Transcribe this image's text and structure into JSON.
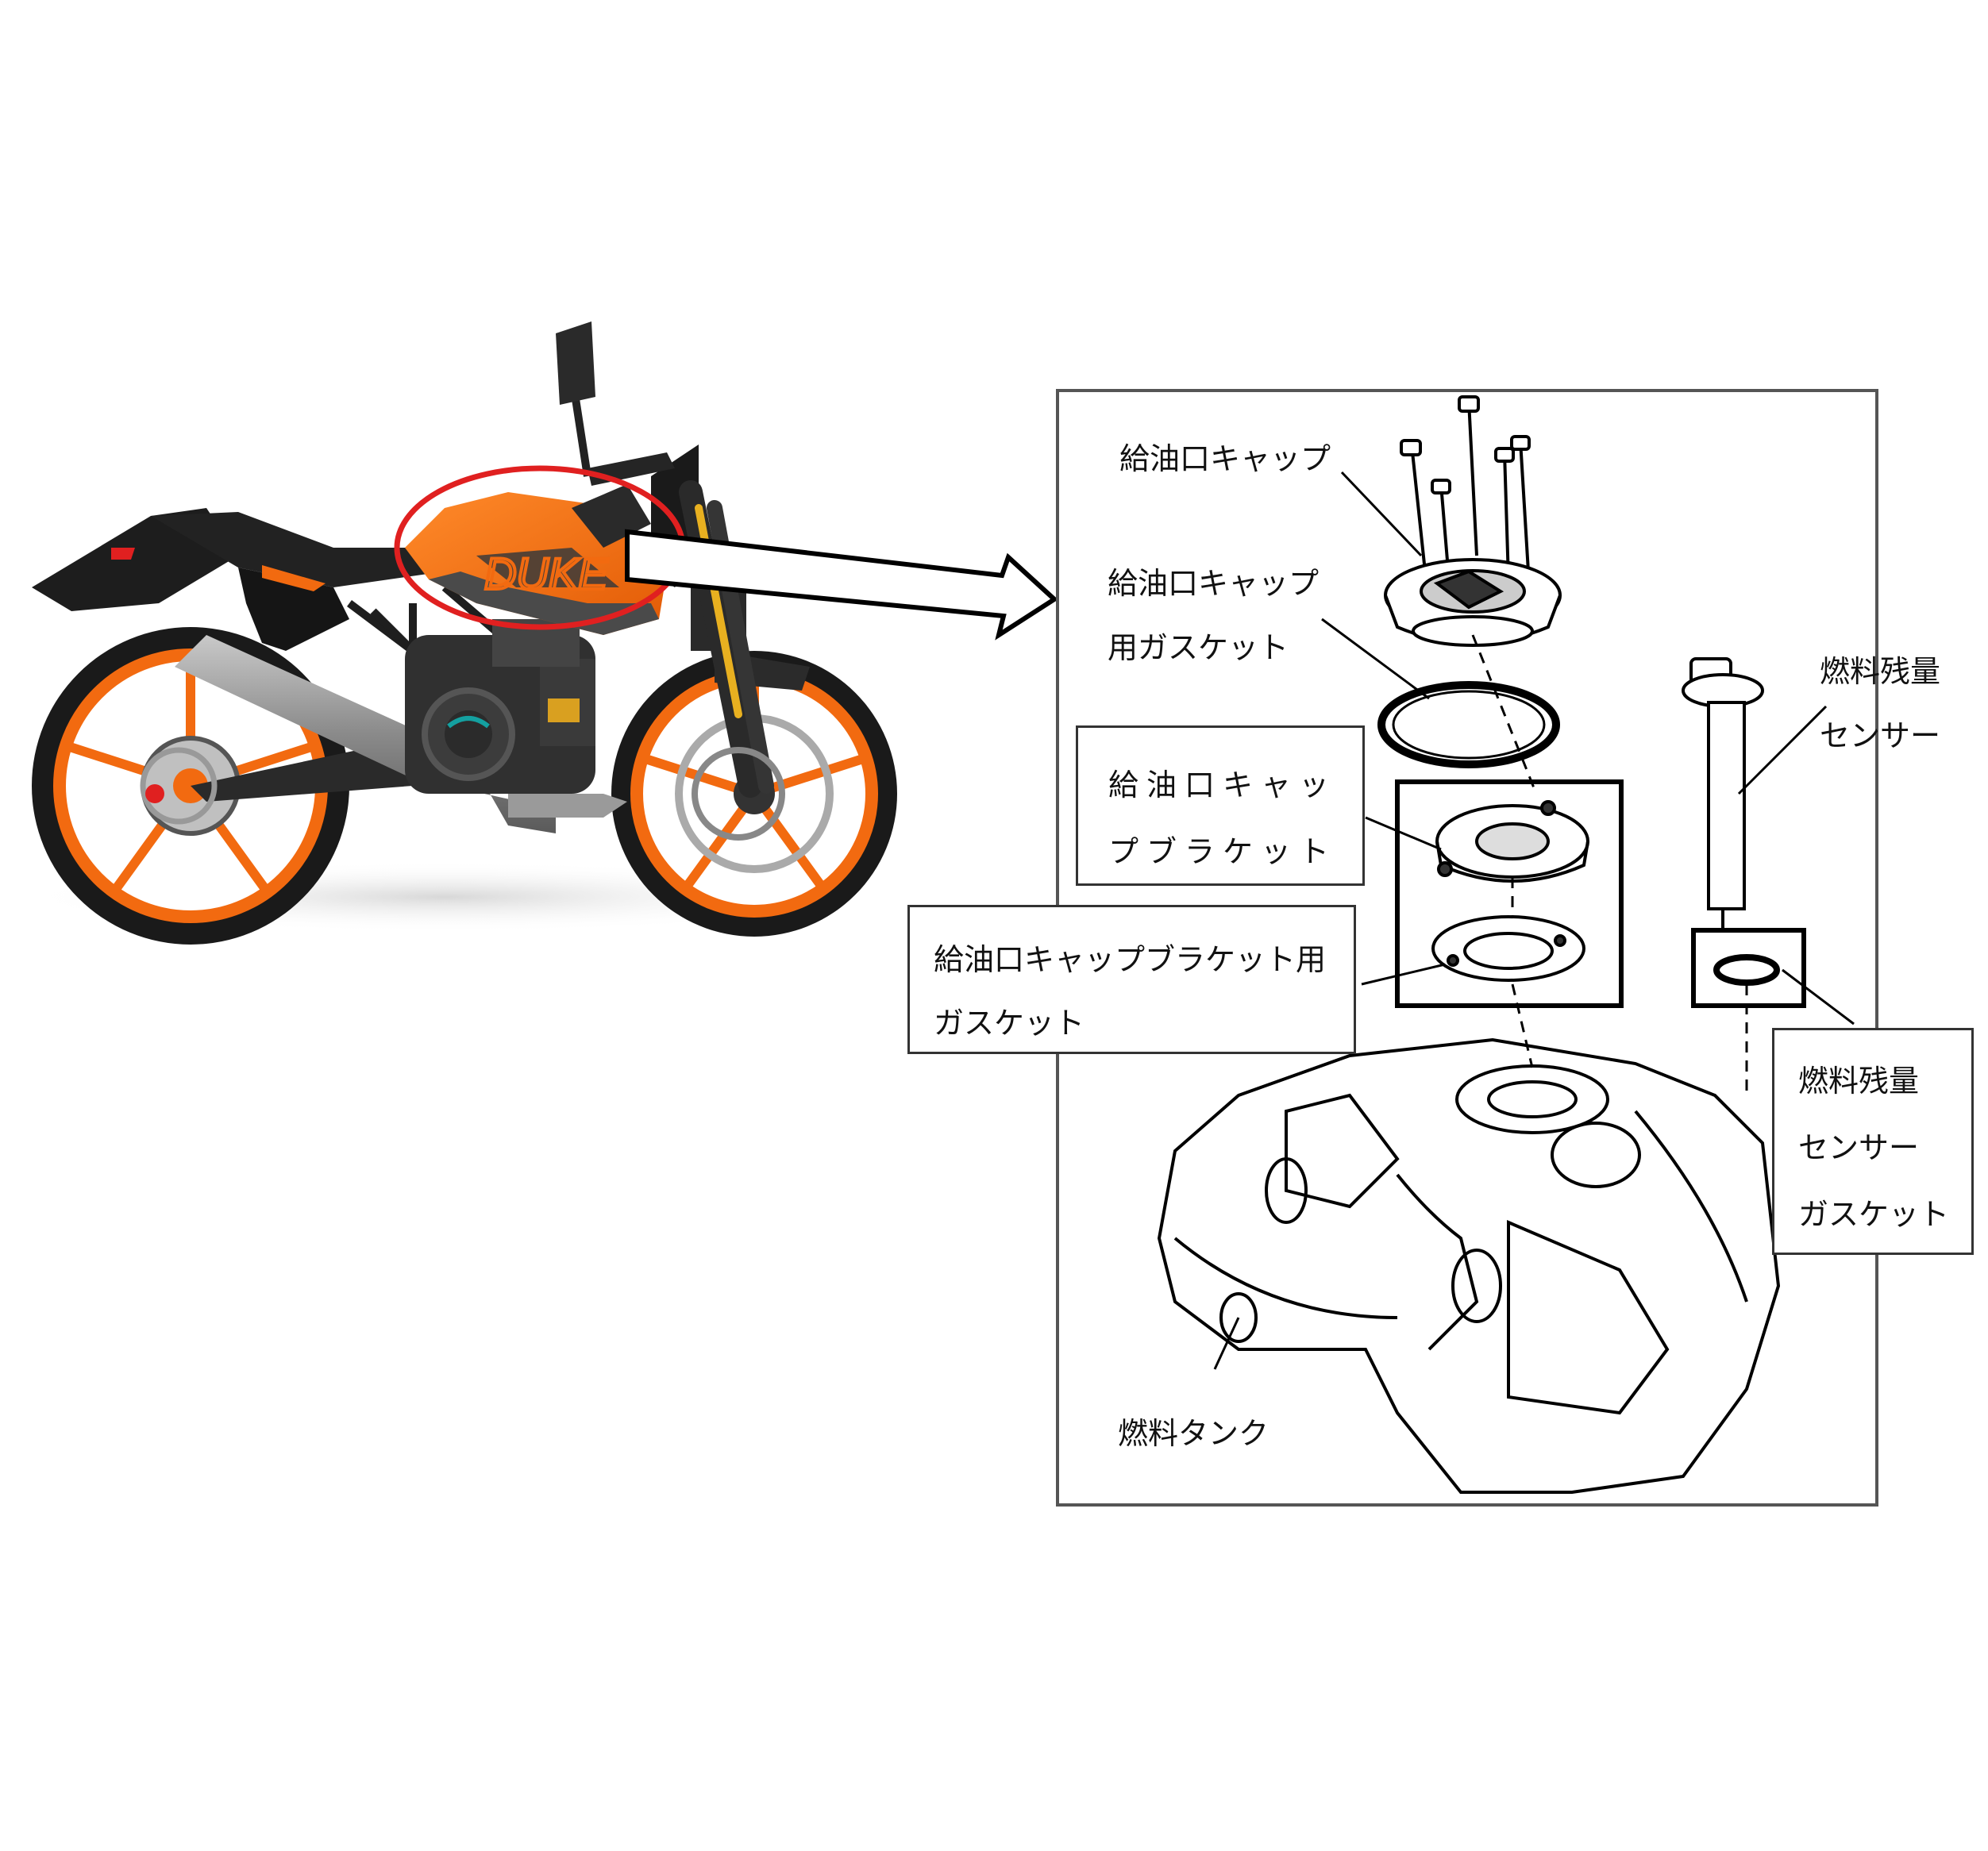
{
  "colors": {
    "body_orange": "#f26a10",
    "dark_graphite": "#3a3a3a",
    "highlight_red": "#e02020",
    "line_black": "#000000"
  },
  "labels": {
    "filler_cap": "給油口キャップ",
    "filler_cap_gasket": [
      "給油口キャップ",
      "用ガスケット"
    ],
    "fuel_level_sensor": [
      "燃料残量",
      "センサー"
    ],
    "cap_bracket": [
      "給油口キャッ",
      "プブラケット"
    ],
    "bracket_gasket": [
      "給油口キャップブラケット用",
      "ガスケット"
    ],
    "sensor_gasket": [
      "燃料残量",
      "センサー",
      "ガスケット"
    ],
    "fuel_tank": "燃料タンク"
  }
}
